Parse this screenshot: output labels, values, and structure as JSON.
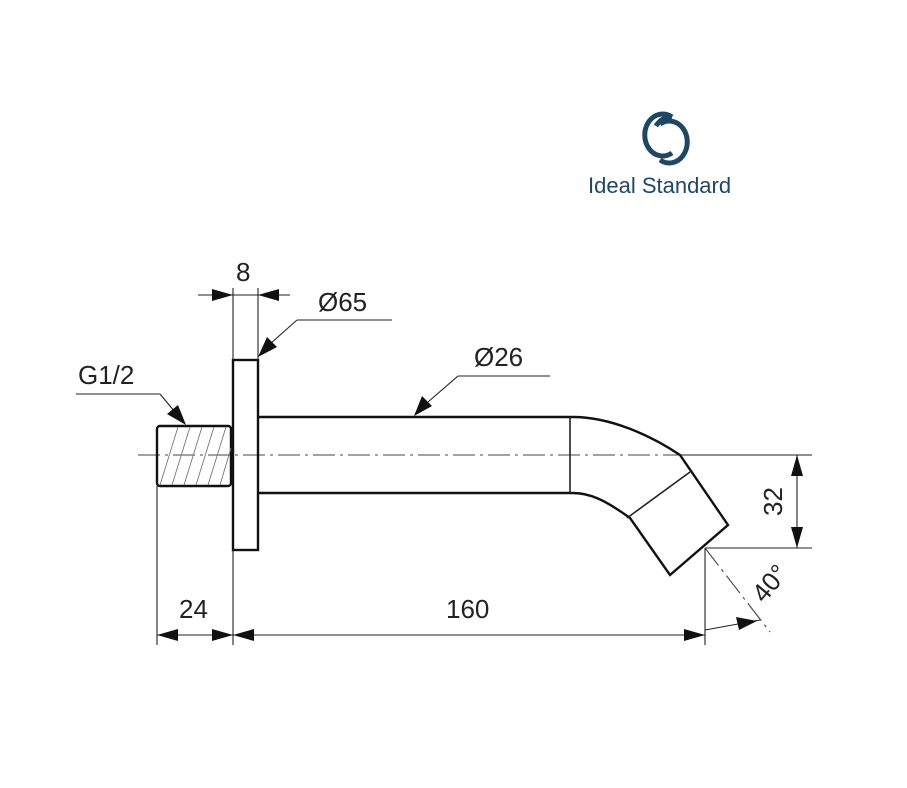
{
  "logo": {
    "brand_name": "Ideal Standard",
    "color": "#1f4763"
  },
  "dimensions": {
    "flange_thickness": "8",
    "flange_diameter": "Ø65",
    "spout_diameter": "Ø26",
    "thread": "G1/2",
    "thread_length": "24",
    "spout_length": "160",
    "outlet_drop": "32",
    "outlet_angle": "40°"
  }
}
